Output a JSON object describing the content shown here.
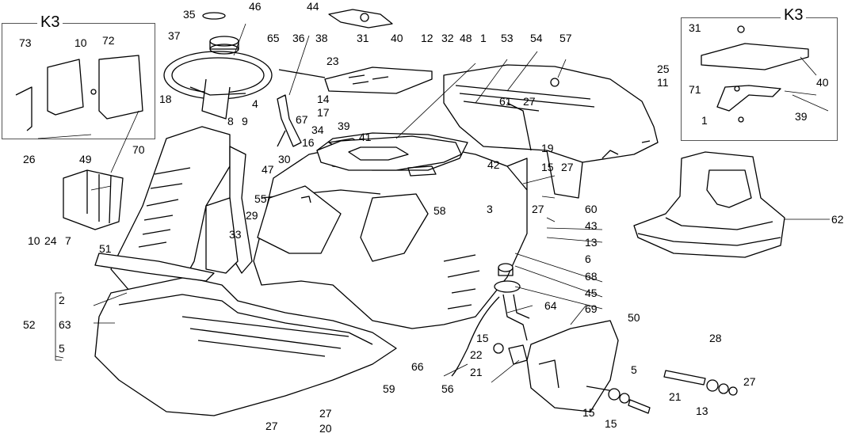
{
  "insets": [
    {
      "title": "K3"
    },
    {
      "title": "K3"
    }
  ],
  "labels": [
    "35",
    "46",
    "44",
    "37",
    "65",
    "36",
    "38",
    "31",
    "40",
    "12",
    "32",
    "48",
    "1",
    "53",
    "54",
    "57",
    "73",
    "10",
    "72",
    "23",
    "25",
    "11",
    "18",
    "4",
    "14",
    "17",
    "39",
    "34",
    "67",
    "61",
    "27",
    "31",
    "8",
    "9",
    "70",
    "16",
    "30",
    "19",
    "71",
    "40",
    "1",
    "39",
    "41",
    "42",
    "26",
    "49",
    "55",
    "47",
    "58",
    "15",
    "27",
    "3",
    "60",
    "27",
    "43",
    "62",
    "29",
    "33",
    "13",
    "6",
    "10",
    "24",
    "7",
    "51",
    "2",
    "68",
    "45",
    "69",
    "52",
    "63",
    "64",
    "50",
    "5",
    "15",
    "22",
    "21",
    "28",
    "66",
    "56",
    "5",
    "27",
    "59",
    "21",
    "15",
    "15",
    "13",
    "27",
    "27",
    "20"
  ]
}
